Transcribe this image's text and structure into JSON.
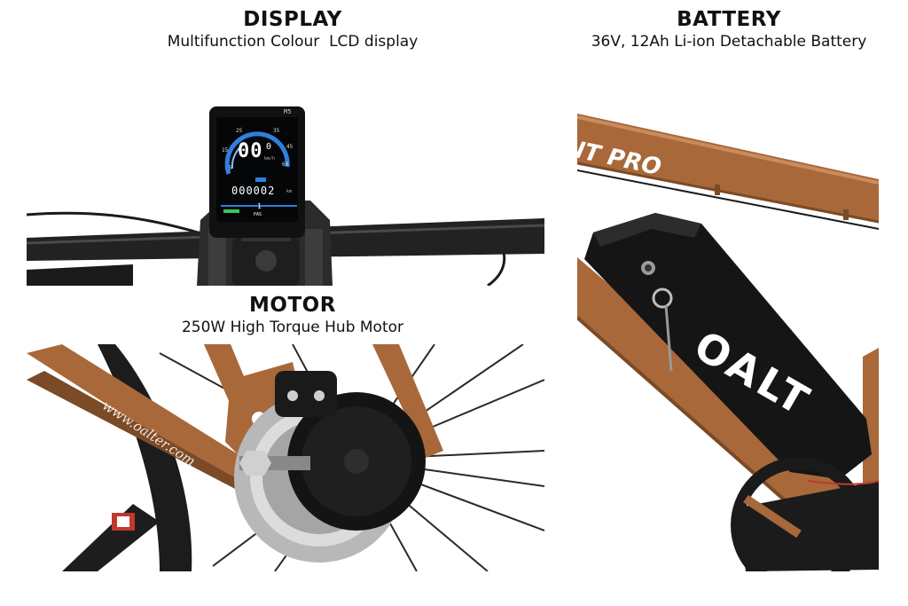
{
  "sections": {
    "display": {
      "title": "DISPLAY",
      "subtitle": "Multifunction Colour  LCD display"
    },
    "battery": {
      "title": "BATTERY",
      "subtitle": "36V, 12Ah Li-ion Detachable Battery"
    },
    "motor": {
      "title": "MOTOR",
      "subtitle": "250W High Torque Hub Motor"
    }
  },
  "lcd": {
    "mode_label": "M5",
    "speed": "00",
    "speed_decimal": "0",
    "speed_unit": "km/h",
    "odometer": "000002",
    "odometer_unit": "km",
    "pas_label": "PAS",
    "pas_level": "1",
    "scale_ticks": [
      "5",
      "15",
      "25",
      "35",
      "45",
      "60"
    ]
  },
  "battery_brand": "OALT",
  "frame_brand": "NT PRO",
  "frame_url": "www.oalter.com",
  "colors": {
    "frame": "#a8683a",
    "frame_dark": "#7b4a26",
    "black": "#161616",
    "lcd_blue": "#2f7fe0"
  }
}
